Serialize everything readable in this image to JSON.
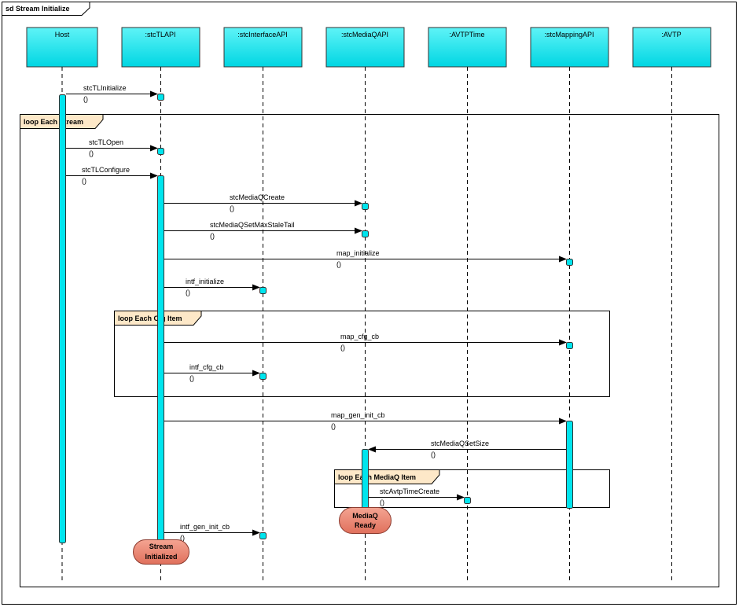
{
  "frame": {
    "title": "sd Stream Initialize"
  },
  "lifelines": [
    {
      "id": "host",
      "name": "Host"
    },
    {
      "id": "tlapi",
      "name": ":stcTLAPI"
    },
    {
      "id": "intf",
      "name": ":stcInterfaceAPI"
    },
    {
      "id": "mq",
      "name": ":stcMediaQAPI"
    },
    {
      "id": "avtpt",
      "name": ":AVTPTime"
    },
    {
      "id": "map",
      "name": ":stcMappingAPI"
    },
    {
      "id": "avtp",
      "name": ":AVTP"
    }
  ],
  "loops": [
    {
      "id": "stream",
      "title": "loop Each Stream"
    },
    {
      "id": "cfg",
      "title": "loop Each Cfg Item"
    },
    {
      "id": "mqitem",
      "title": "loop Each MediaQ Item"
    }
  ],
  "messages": [
    {
      "id": "m1",
      "label": "stcTLInitialize",
      "args": "()"
    },
    {
      "id": "m2",
      "label": "stcTLOpen",
      "args": "()"
    },
    {
      "id": "m3",
      "label": "stcTLConfigure",
      "args": "()"
    },
    {
      "id": "m4",
      "label": "stcMediaQCreate",
      "args": "()"
    },
    {
      "id": "m5",
      "label": "stcMediaQSetMaxStaleTail",
      "args": "()"
    },
    {
      "id": "m6",
      "label": "map_initialize",
      "args": "()"
    },
    {
      "id": "m7",
      "label": "intf_initialize",
      "args": "()"
    },
    {
      "id": "m8",
      "label": "map_cfg_cb",
      "args": "()"
    },
    {
      "id": "m9",
      "label": "intf_cfg_cb",
      "args": "()"
    },
    {
      "id": "m10",
      "label": "map_gen_init_cb",
      "args": "()"
    },
    {
      "id": "m11",
      "label": "stcMediaQSetSize",
      "args": "()"
    },
    {
      "id": "m12",
      "label": "stcAvtpTimeCreate",
      "args": "()"
    },
    {
      "id": "m13",
      "label": "intf_gen_init_cb",
      "args": "()"
    }
  ],
  "states": [
    {
      "id": "mqready",
      "line1": "MediaQ",
      "line2": "Ready"
    },
    {
      "id": "streaminit",
      "line1": "Stream",
      "line2": "Initialized"
    }
  ],
  "colors": {
    "lifeline_fill": "#00e5ee",
    "activation_fill": "#00e5ee",
    "loop_tab_fill": "#fde8c8",
    "state_fill": "#e8806e",
    "frame_border": "#000000"
  }
}
